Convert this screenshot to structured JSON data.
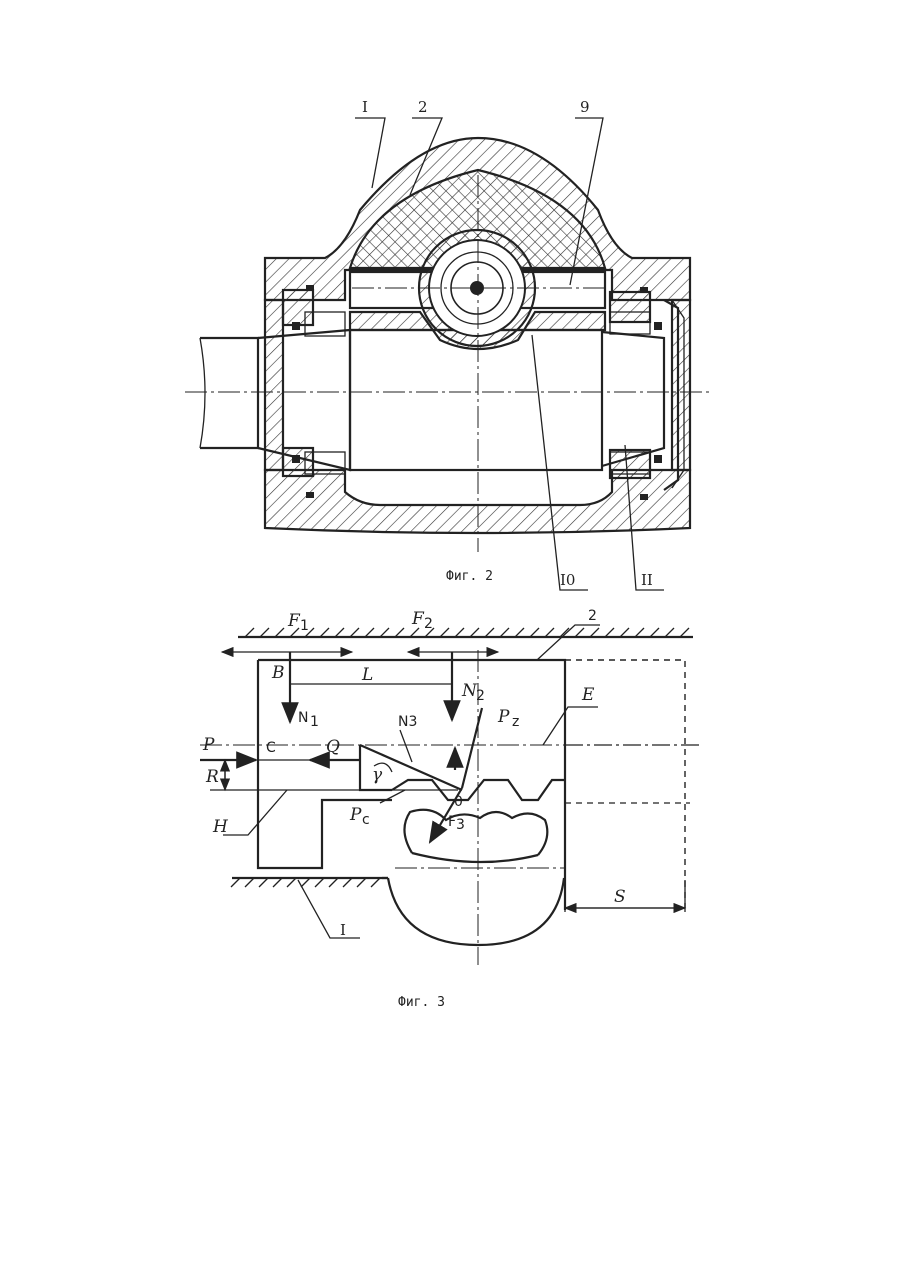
{
  "fig2": {
    "caption": "Фиг. 2",
    "labels": {
      "l1": "I",
      "l2": "2",
      "l9": "9",
      "l10": "I0",
      "l11": "II"
    }
  },
  "fig3": {
    "caption": "Фиг. 3",
    "labels": {
      "F1": "F",
      "F1sub": "1",
      "F2": "F",
      "F2sub": "2",
      "B": "B",
      "L": "L",
      "N1": "N",
      "N1sub": "1",
      "N2": "N",
      "N2sub": "2",
      "N3": "N3",
      "Pz": "P",
      "Pzsub": "z",
      "E": "E",
      "P": "P",
      "C": "C",
      "Q": "Q",
      "R": "R",
      "gamma": "γ",
      "O": "0",
      "Pc": "P",
      "Pcsub": "c",
      "F3": "F",
      "F3sub": "3",
      "H": "H",
      "S": "S",
      "two": "2",
      "one": "I"
    }
  }
}
